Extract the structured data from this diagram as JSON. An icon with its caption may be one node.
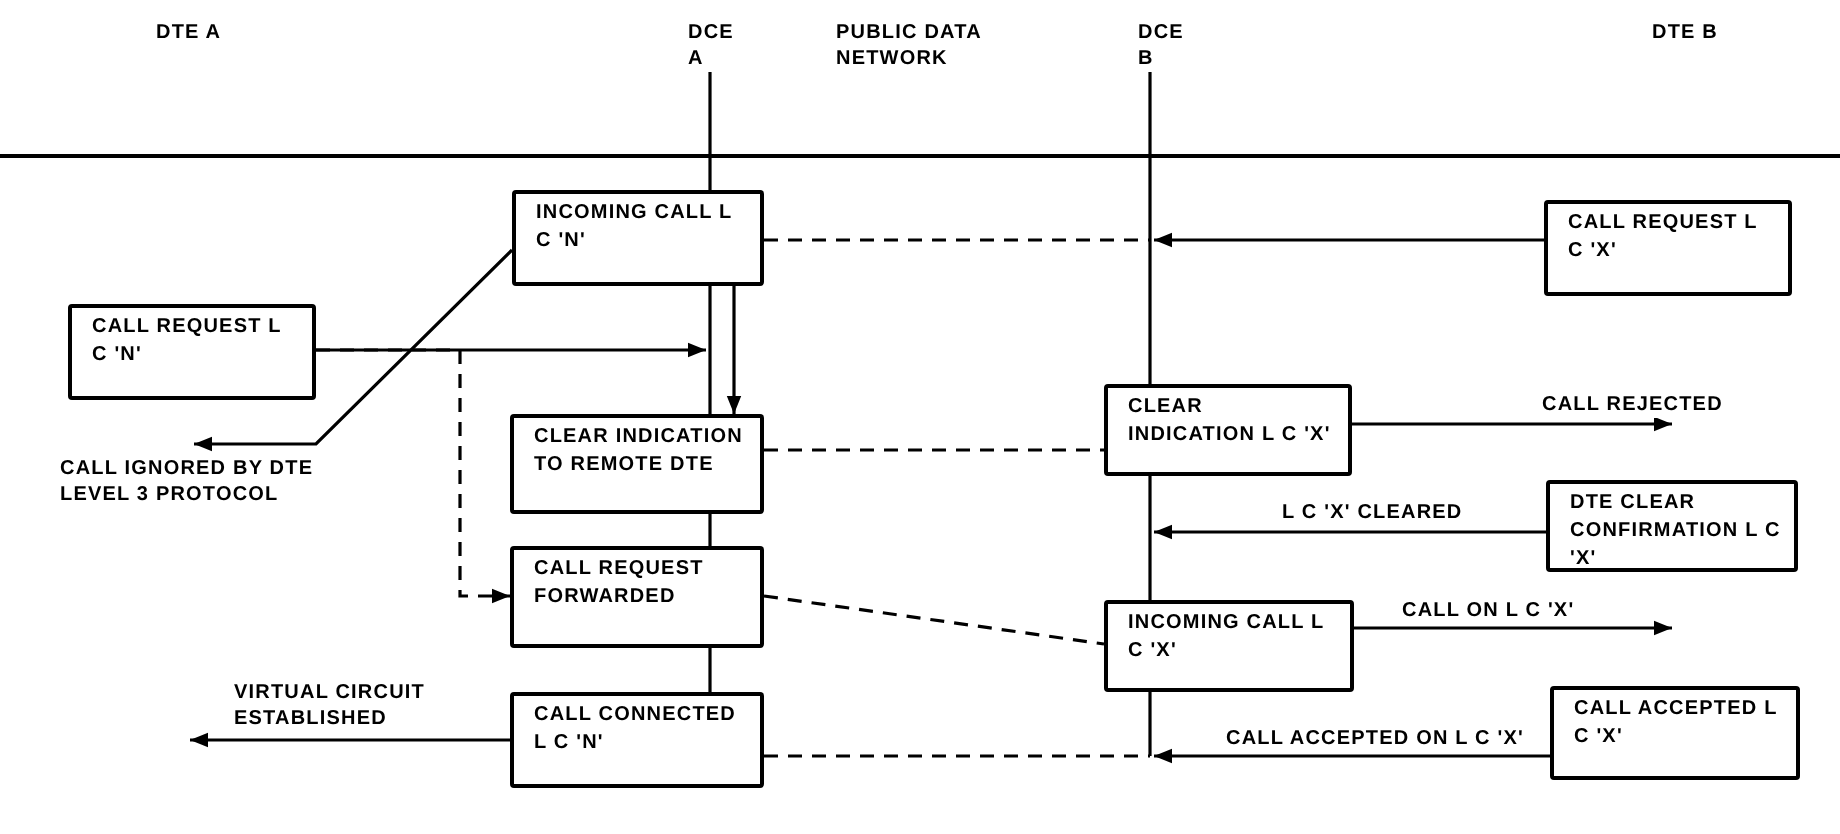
{
  "diagram": {
    "nodes": [
      {
        "text": [
          "DCE A"
        ]
      },
      {
        "text": [
          "DCE B"
        ]
      },
      {
        "text": [
          "INCOMING CALL L C 'N'"
        ]
      },
      {
        "text": [
          "CALL REQUEST L C 'X'"
        ]
      },
      {
        "text": [
          "CALL REQUEST L C 'N'"
        ]
      },
      {
        "text": [
          "CLEAR INDICATION TO REMOTE DTE"
        ]
      },
      {
        "text": [
          "CLEAR INDICATION L C 'X'"
        ]
      },
      {
        "text": [
          "DTE CLEAR CONFIRMATION L C 'X'"
        ]
      },
      {
        "text": [
          "CALL REQUEST FORWARDED"
        ]
      },
      {
        "text": [
          "INCOMING CALL L C 'X'"
        ]
      },
      {
        "text": [
          "CALL CONNECTED L C 'N'"
        ]
      },
      {
        "text": [
          "CALL ACCEPTED L C 'X'"
        ]
      },
      {
        "text": [
          "CALL IGNORED BY DTE LEVEL 3 PROTOCOL"
        ]
      }
    ],
    "edges": [
      {
        "from": 0,
        "to": 2,
        "arrow": "none"
      },
      {
        "from": 2,
        "to": 5,
        "arrow": "none"
      },
      {
        "from": 2,
        "to": 5,
        "arrow": "to"
      },
      {
        "from": 5,
        "to": 8,
        "arrow": "none"
      },
      {
        "from": 8,
        "to": 10,
        "arrow": "none"
      },
      {
        "from": 1,
        "to": 6,
        "arrow": "none"
      },
      {
        "from": 6,
        "to": 9,
        "arrow": "none"
      },
      {
        "from": 9,
        "to": null,
        "arrow": "none"
      },
      {
        "from": 3,
        "to": null,
        "arrow": "to"
      },
      {
        "from": 2,
        "to": null,
        "arrow": "none",
        "style": "dashed"
      },
      {
        "from": 4,
        "to": null,
        "arrow": "to"
      },
      {
        "from": 4,
        "to": 8,
        "arrow": "to",
        "style": "dashed"
      },
      {
        "from": 2,
        "to": 12,
        "arrow": "to"
      },
      {
        "from": 5,
        "to": 6,
        "arrow": "none",
        "style": "dashed"
      },
      {
        "from": 6,
        "to": null,
        "arrow": "to",
        "label": "CALL REJECTED"
      },
      {
        "from": 7,
        "to": null,
        "arrow": "to",
        "label": "L C 'X' CLEARED"
      },
      {
        "from": 8,
        "to": 9,
        "arrow": "none",
        "style": "dashed"
      },
      {
        "from": 9,
        "to": null,
        "arrow": "to",
        "label": "CALL ON L C 'X'"
      },
      {
        "from": 10,
        "to": null,
        "arrow": "to",
        "label": "VIRTUAL CIRCUIT ESTABLISHED"
      },
      {
        "from": 11,
        "to": null,
        "arrow": "to",
        "label": "CALL ACCEPTED ON L C 'X'"
      },
      {
        "from": 10,
        "to": null,
        "arrow": "none",
        "style": "dashed"
      }
    ],
    "labels": [
      "DTE A",
      "PUBLIC DATA NETWORK",
      "DTE B"
    ]
  }
}
